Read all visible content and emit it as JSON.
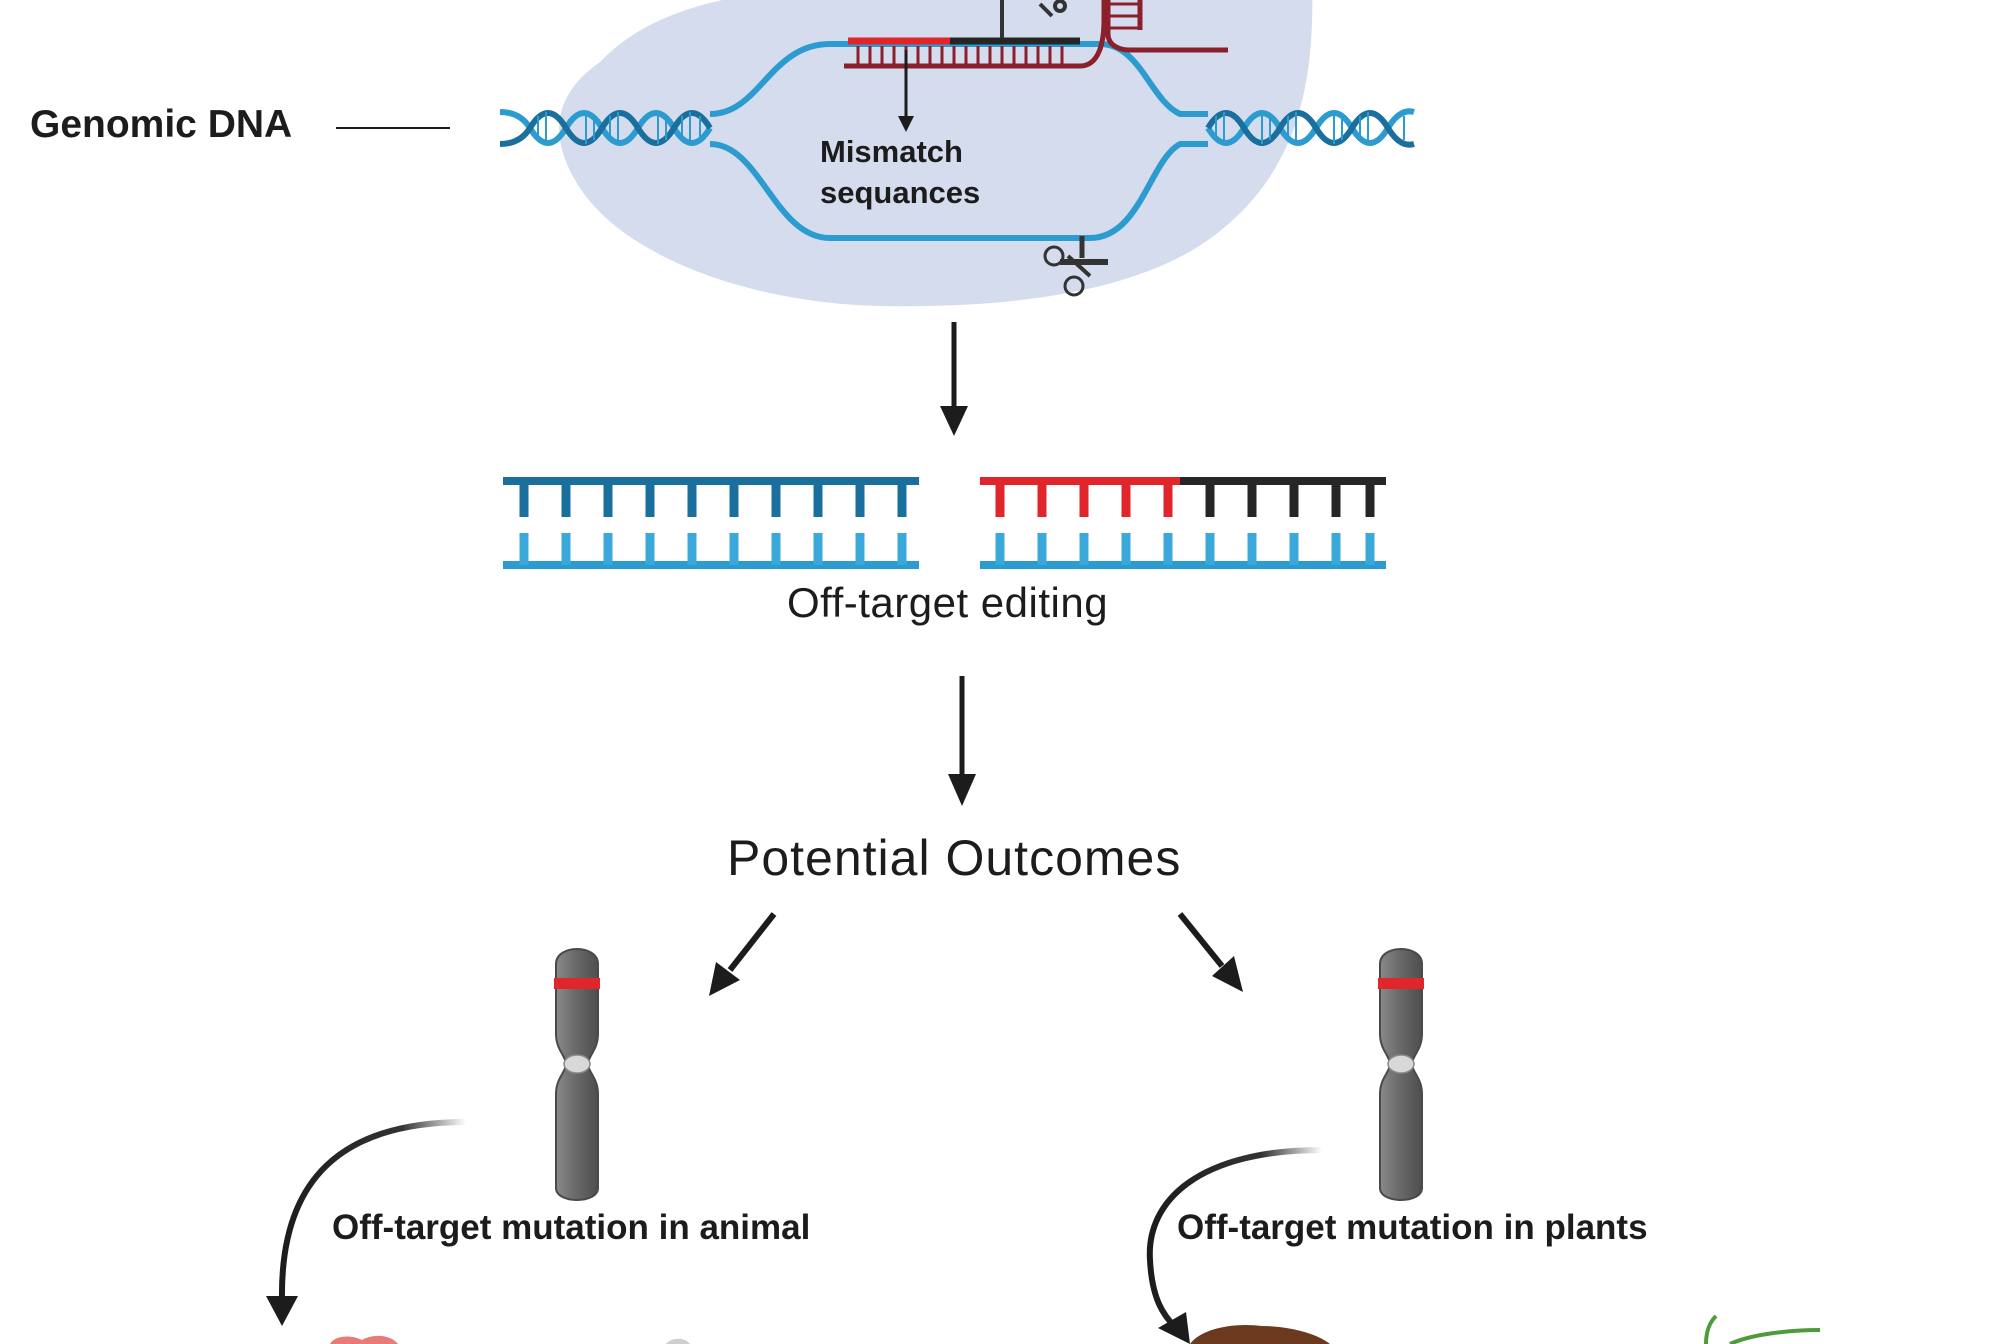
{
  "labels": {
    "genomic_dna": "Genomic DNA",
    "mismatch_line1": "Mismatch",
    "mismatch_line2": "sequances",
    "off_target_editing": "Off-target editing",
    "potential_outcomes": "Potential Outcomes",
    "mutation_animal": "Off-target mutation in animal",
    "mutation_plants": "Off-target mutation in plants"
  },
  "colors": {
    "dna_blue": "#2b9bd0",
    "dna_dark_blue": "#1a6f9c",
    "guide_red": "#e0252b",
    "guide_dark": "#262626",
    "cas9_blob": "#d5dcee",
    "chromosome_gray": "#6e6e6e",
    "arrow_black": "#1c1c1c"
  }
}
